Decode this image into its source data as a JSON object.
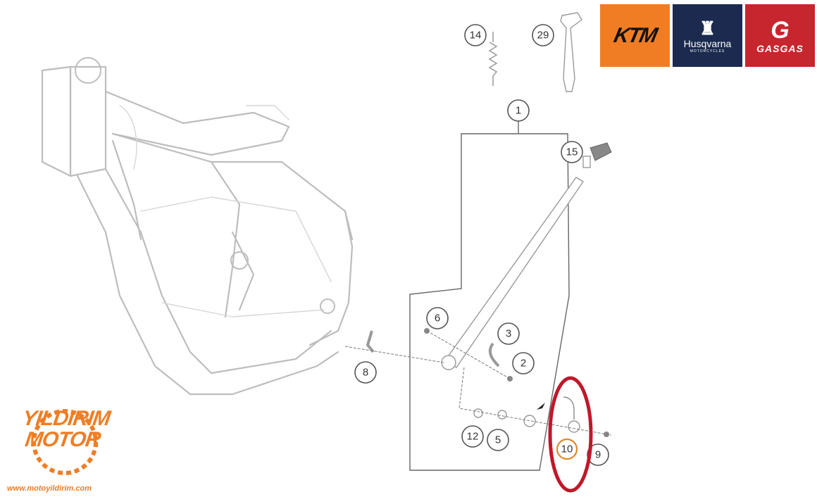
{
  "callouts": {
    "c14": "14",
    "c29": "29",
    "c1": "1",
    "c15": "15",
    "c6": "6",
    "c3": "3",
    "c2": "2",
    "c8": "8",
    "c12": "12",
    "c5": "5",
    "c10": "10",
    "c9": "9"
  },
  "highlight": {
    "part": "10",
    "ring_color": "#c0182a",
    "label_ring_color": "#e08a2c"
  },
  "brands": {
    "ktm": {
      "name": "KTM",
      "color": "#f07d24"
    },
    "husqvarna": {
      "name": "Husqvarna",
      "sub": "MOTORCYCLES",
      "color": "#1b2a4e"
    },
    "gasgas": {
      "glyph": "G",
      "name": "GASGAS",
      "color": "#c8262f"
    }
  },
  "dealer": {
    "line1": "YILDIRIM",
    "line2": "MOTOR",
    "url": "www.motoyildirim.com",
    "color": "#f07d24"
  }
}
